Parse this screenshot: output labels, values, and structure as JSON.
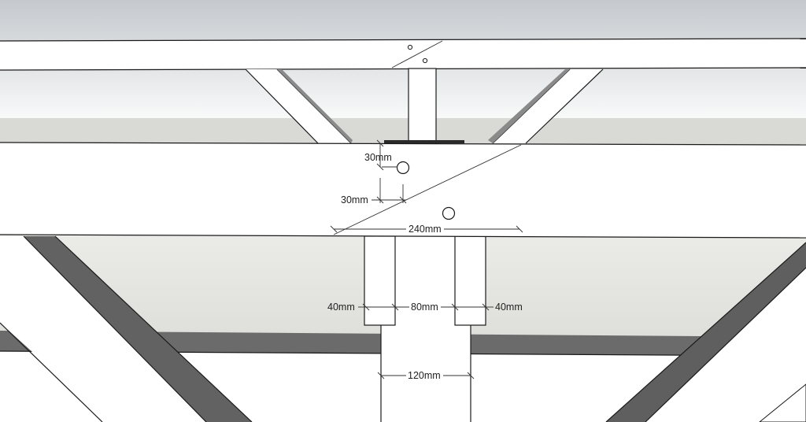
{
  "colors": {
    "sky_top": "#c9cdd1",
    "sky_bottom": "#f7f8f9",
    "wall_light": "#d3d3cf",
    "wall_lighter": "#e4e4e1",
    "member_face": "#ffffff",
    "member_shadow": "#6f6f6f",
    "member_dark": "#5e5e5e",
    "edge": "#1a1a1a"
  },
  "dimensions": {
    "top_hole_offset": "30mm",
    "side_hole_offset": "30mm",
    "scarf_length": "240mm",
    "left_tenon_width": "40mm",
    "mortise_gap": "80mm",
    "right_tenon_width": "40mm",
    "post_width": "120mm"
  }
}
